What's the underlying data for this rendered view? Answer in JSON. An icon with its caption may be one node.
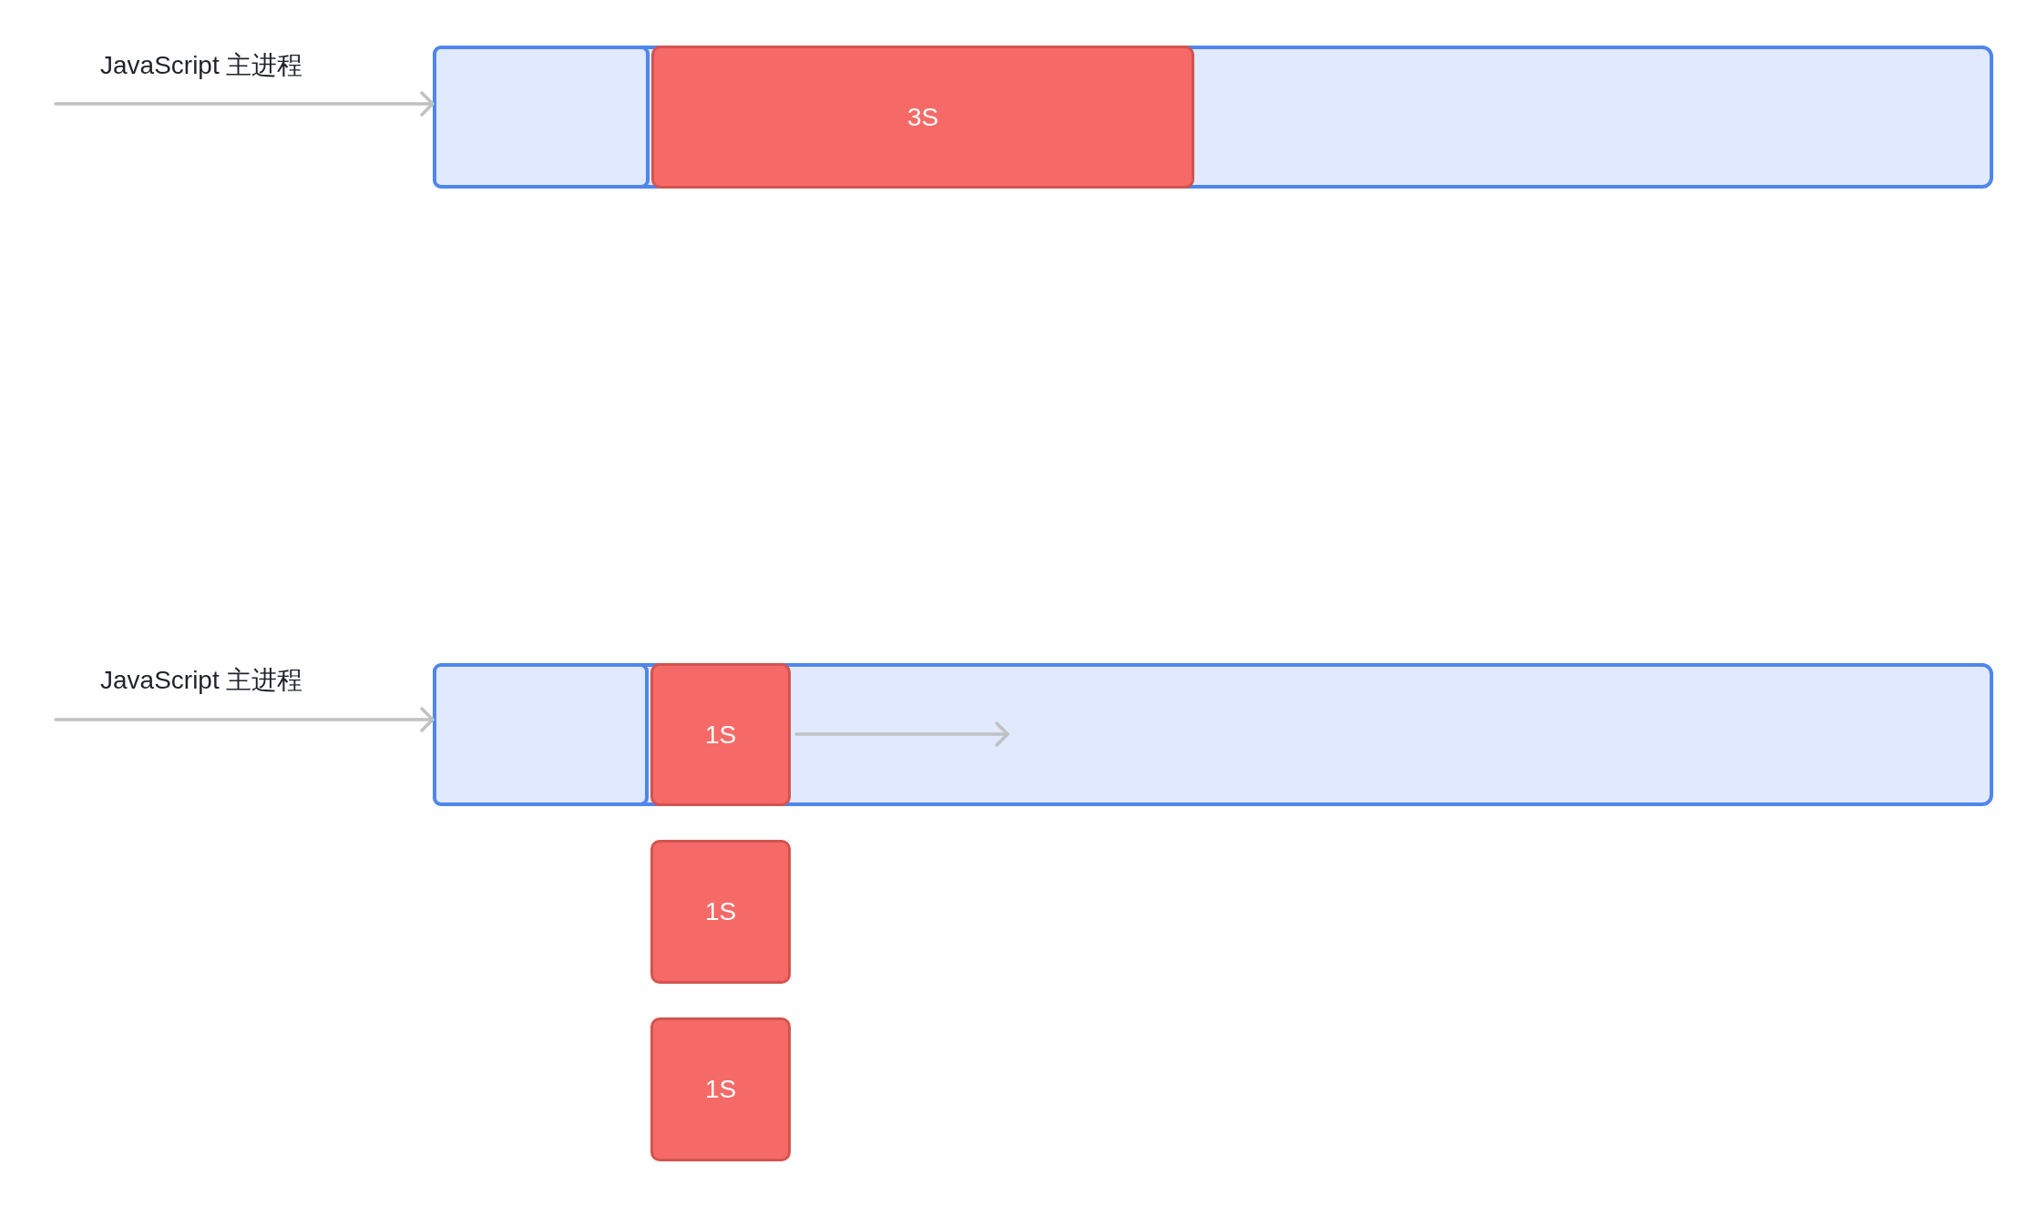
{
  "diagram": {
    "nodes": [
      {
        "text": [],
        "shape": "bar"
      },
      {
        "text": [],
        "shape": "box",
        "in": 0
      },
      {
        "text": [
          "3S"
        ],
        "in": 0
      },
      {
        "text": [],
        "shape": "bar"
      },
      {
        "text": [],
        "shape": "box",
        "in": 3
      },
      {
        "text": [
          "1S"
        ],
        "in": 3
      },
      {
        "text": [
          "1S"
        ]
      },
      {
        "text": [
          "1S"
        ]
      }
    ],
    "edges": [
      {
        "from": null,
        "to": 0,
        "arrow": "to",
        "label": "JavaScript 主进程"
      },
      {
        "from": null,
        "to": 3,
        "arrow": "to",
        "label": "JavaScript 主进程"
      },
      {
        "from": 5,
        "to": null,
        "arrow": "to"
      }
    ]
  }
}
